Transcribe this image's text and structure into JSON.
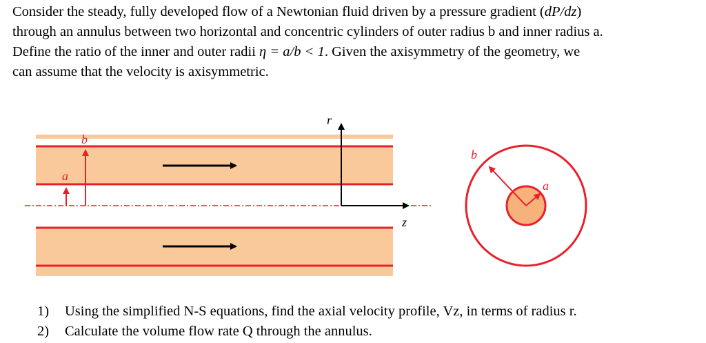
{
  "intro": {
    "line1_a": "Consider the steady, fully developed flow of a Newtonian fluid driven by a pressure gradient (",
    "line1_math": "dP/dz",
    "line1_b": ")",
    "line2": "through an annulus between two horizontal and concentric cylinders of outer radius b and inner radius a.",
    "line3_a": "Define the ratio of the inner and outer radii ",
    "line3_math": "η = a/b < 1",
    "line3_b": ". Given the axisymmetry of the geometry, we",
    "line4": "can assume that the velocity is axisymmetric."
  },
  "figure": {
    "labels": {
      "outer_radius": "b",
      "inner_radius": "a",
      "radial_axis": "r",
      "axial_axis": "z",
      "cross_section_outer": "b",
      "cross_section_inner": "a"
    },
    "colors": {
      "wall": "#e8202a",
      "fluid": "#f9c99a",
      "inner_disk": "#f7b27c",
      "arrow": "#000000",
      "radius_arrow": "#e8202a"
    }
  },
  "questions": [
    {
      "number": "1)",
      "text": "Using the simplified N-S equations, find the axial velocity profile, Vz, in terms of radius r."
    },
    {
      "number": "2)",
      "text": "Calculate the volume flow rate Q through the annulus."
    }
  ]
}
